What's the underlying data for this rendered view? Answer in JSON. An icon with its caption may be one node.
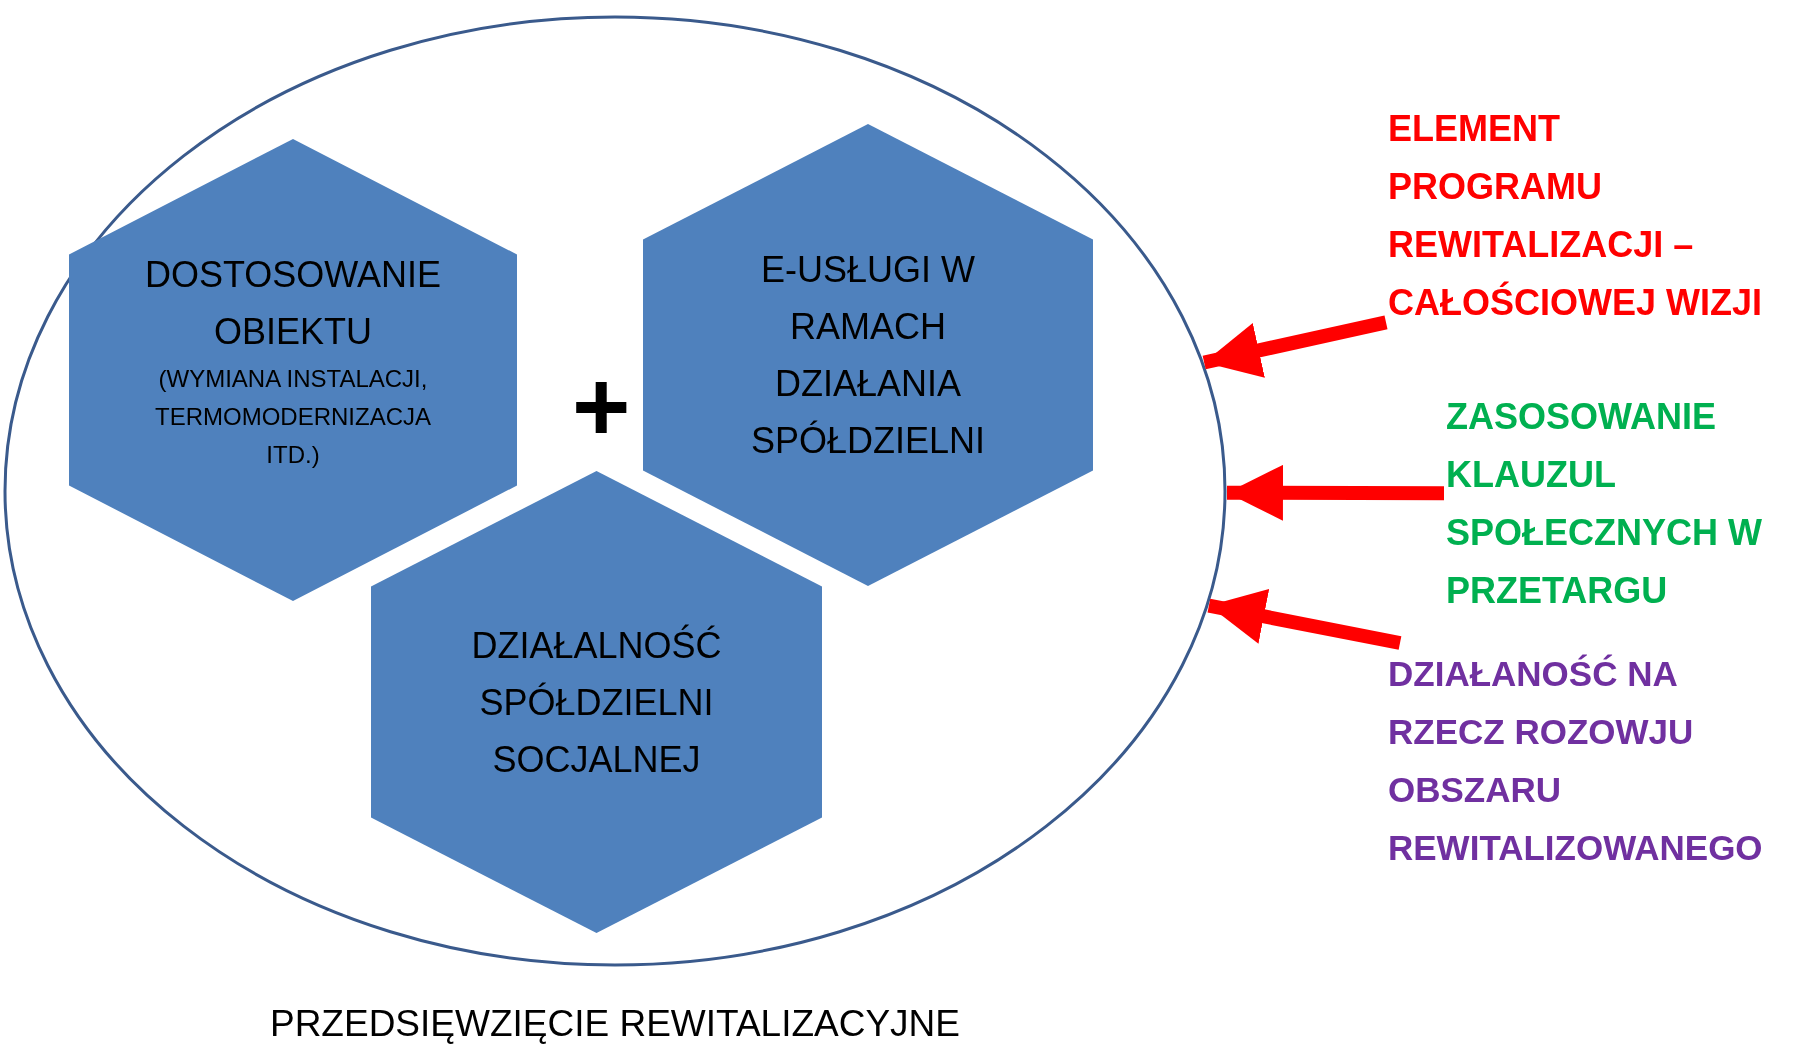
{
  "diagram": {
    "nodes": [
      {
        "text": [
          "PRZEDSIĘWZIĘCIE REWITALIZACYJNE"
        ]
      },
      {
        "text": [
          "DOSTOSOWANIE OBIEKTU",
          "(WYMIANA INSTALACJI, TERMOMODERNIZACJA ITD.)"
        ],
        "in": 0
      },
      {
        "text": [
          "E-USŁUGI W RAMACH DZIAŁANIA SPÓŁDZIELNI"
        ],
        "in": 0
      },
      {
        "text": [
          "DZIAŁALNOŚĆ SPÓŁDZIELNI SOCJALNEJ"
        ],
        "in": 0
      },
      {
        "text": [
          "ELEMENT PROGRAMU REWITALIZACJI – CAŁOŚCIOWEJ WIZJI"
        ]
      },
      {
        "text": [
          "ZASOSOWANIE KLAUZUL SPOŁECZNYCH W PRZETARGU"
        ]
      },
      {
        "text": [
          "DZIAŁANOŚĆ NA RZECZ ROZOWJU OBSZARU REWITALIZOWANEGO"
        ]
      }
    ],
    "edges": [
      {
        "from": 4,
        "to": 0,
        "arrow": "to"
      },
      {
        "from": 5,
        "to": 0,
        "arrow": "to"
      },
      {
        "from": 6,
        "to": 0,
        "arrow": "to"
      }
    ],
    "labels": [
      "+"
    ]
  }
}
